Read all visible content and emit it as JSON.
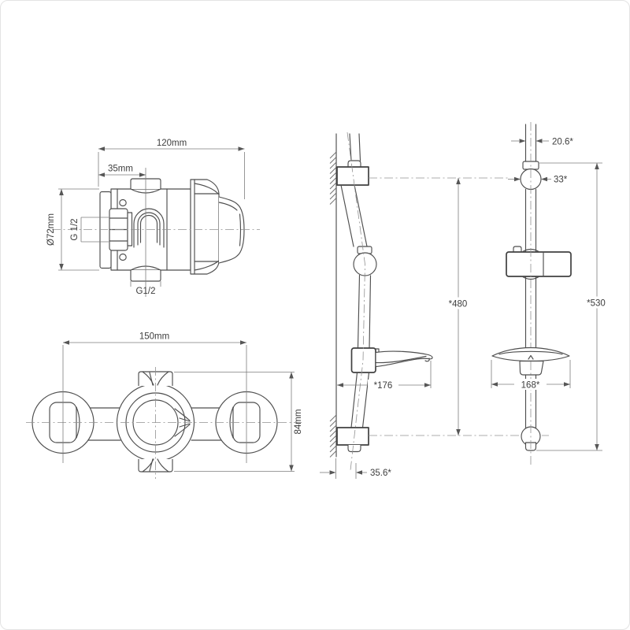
{
  "drawing": {
    "valve_side": {
      "width": "120mm",
      "offset": "35mm",
      "diameter": "Ø72mm",
      "thread_side": "G 1/2",
      "thread_bottom": "G1/2"
    },
    "valve_front": {
      "centers": "150mm",
      "depth": "84mm"
    },
    "rail_side": {
      "fixing_centers": "*480",
      "dish_reach": "*176",
      "wall_offset": "35.6*"
    },
    "rail_front": {
      "tube_width": "20.6*",
      "bracket_dia": "33*",
      "overall": "*530",
      "dish_width": "168*"
    }
  }
}
